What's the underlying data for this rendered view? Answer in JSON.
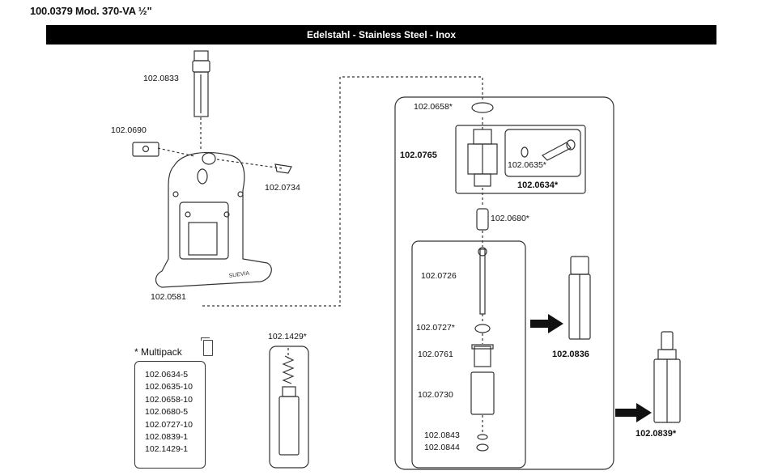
{
  "header": {
    "title": "100.0379 Mod. 370-VA ½\"",
    "banner": "Edelstahl - Stainless Steel - Inox"
  },
  "parts": {
    "p0833": "102.0833",
    "p0690": "102.0690",
    "p0734": "102.0734",
    "p0581": "102.0581",
    "p0658": "102.0658*",
    "p0765": "102.0765",
    "p0635": "102.0635*",
    "p0634": "102.0634*",
    "p0680": "102.0680*",
    "p0726": "102.0726",
    "p0727": "102.0727*",
    "p0761": "102.0761",
    "p0730": "102.0730",
    "p0843": "102.0843",
    "p0844": "102.0844",
    "p0836": "102.0836",
    "p0839": "102.0839*",
    "p1429": "102.1429*"
  },
  "bowl": {
    "brand": "SUEVIA"
  },
  "multipack": {
    "heading": "* Multipack",
    "items": [
      "102.0634-5",
      "102.0635-10",
      "102.0658-10",
      "102.0680-5",
      "102.0727-10",
      "102.0839-1",
      "102.1429-1"
    ]
  }
}
